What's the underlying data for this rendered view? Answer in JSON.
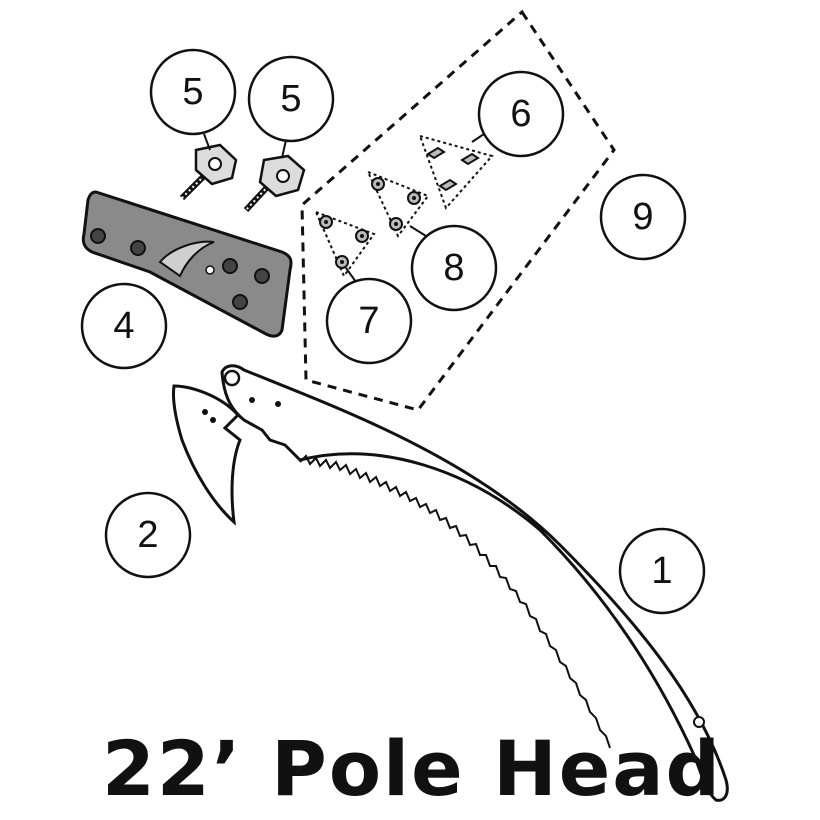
{
  "title": "22’ Pole Head",
  "colors": {
    "line": "#111111",
    "housing_fill": "#8a8a8a",
    "background": "#ffffff"
  },
  "callouts": [
    {
      "id": "part-1",
      "label": "1"
    },
    {
      "id": "part-2",
      "label": "2"
    },
    {
      "id": "part-4",
      "label": "4"
    },
    {
      "id": "part-5a",
      "label": "5"
    },
    {
      "id": "part-5b",
      "label": "5"
    },
    {
      "id": "part-6",
      "label": "6"
    },
    {
      "id": "part-7",
      "label": "7"
    },
    {
      "id": "part-8",
      "label": "8"
    },
    {
      "id": "part-9",
      "label": "9"
    }
  ]
}
